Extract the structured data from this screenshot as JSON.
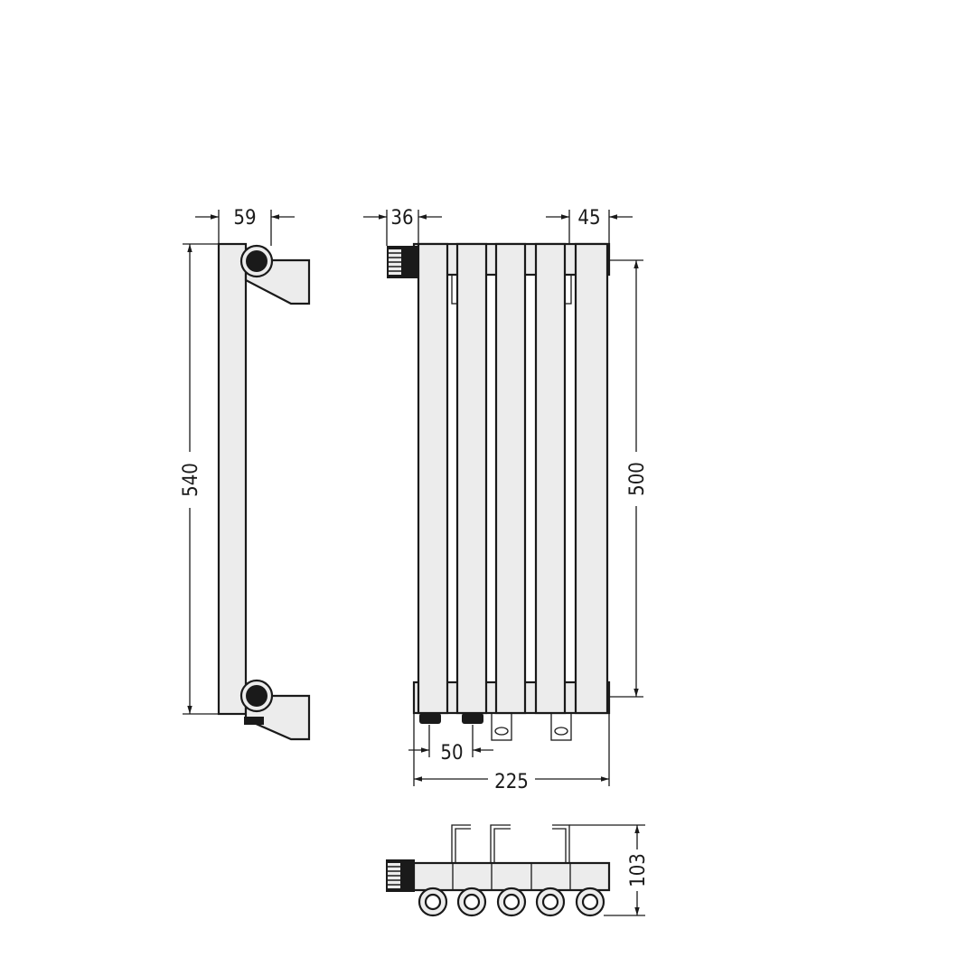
{
  "colors": {
    "line": "#1a1a1a",
    "fill": "#ececec",
    "background": "#ffffff"
  },
  "dimensions": {
    "side_depth": "59",
    "side_height": "540",
    "first_offset": "36",
    "last_offset": "45",
    "axis_distance": "500",
    "connection_spacing": "50",
    "total_width": "225",
    "top_depth": "103"
  },
  "icons": {
    "pipe_connection": "pipe-connection-icon",
    "valve": "valve-icon",
    "bracket": "wall-bracket-icon"
  }
}
